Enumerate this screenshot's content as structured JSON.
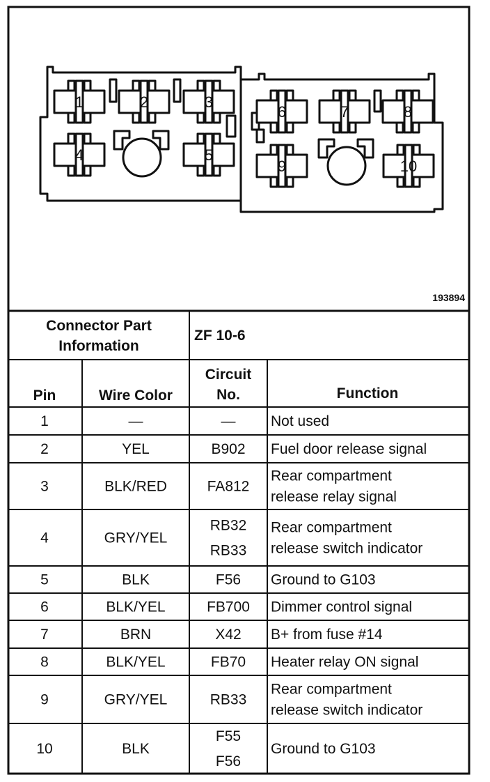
{
  "figure_id": "193894",
  "connector": {
    "header_label_line1": "Connector Part",
    "header_label_line2": "Information",
    "part_number": "ZF 10-6",
    "pin_numbers": [
      "1",
      "2",
      "3",
      "4",
      "5",
      "6",
      "7",
      "8",
      "9",
      "10"
    ]
  },
  "table": {
    "col_pin": "Pin",
    "col_wire": "Wire Color",
    "col_circuit_line1": "Circuit",
    "col_circuit_line2": "No.",
    "col_function": "Function",
    "rows": [
      {
        "pin": "1",
        "wire": "—",
        "circuit": [
          "—"
        ],
        "function": [
          "Not used"
        ]
      },
      {
        "pin": "2",
        "wire": "YEL",
        "circuit": [
          "B902"
        ],
        "function": [
          "Fuel door release signal"
        ]
      },
      {
        "pin": "3",
        "wire": "BLK/RED",
        "circuit": [
          "FA812"
        ],
        "function": [
          "Rear compartment",
          "release relay signal"
        ]
      },
      {
        "pin": "4",
        "wire": "GRY/YEL",
        "circuit": [
          "RB32",
          "RB33"
        ],
        "function": [
          "Rear compartment",
          "release switch indicator"
        ]
      },
      {
        "pin": "5",
        "wire": "BLK",
        "circuit": [
          "F56"
        ],
        "function": [
          "Ground to G103"
        ]
      },
      {
        "pin": "6",
        "wire": "BLK/YEL",
        "circuit": [
          "FB700"
        ],
        "function": [
          "Dimmer control signal"
        ]
      },
      {
        "pin": "7",
        "wire": "BRN",
        "circuit": [
          "X42"
        ],
        "function": [
          "B+ from fuse #14"
        ]
      },
      {
        "pin": "8",
        "wire": "BLK/YEL",
        "circuit": [
          "FB70"
        ],
        "function": [
          "Heater relay ON signal"
        ]
      },
      {
        "pin": "9",
        "wire": "GRY/YEL",
        "circuit": [
          "RB33"
        ],
        "function": [
          "Rear compartment",
          "release switch indicator"
        ]
      },
      {
        "pin": "10",
        "wire": "BLK",
        "circuit": [
          "F55",
          "F56"
        ],
        "function": [
          "Ground to G103"
        ]
      }
    ]
  }
}
